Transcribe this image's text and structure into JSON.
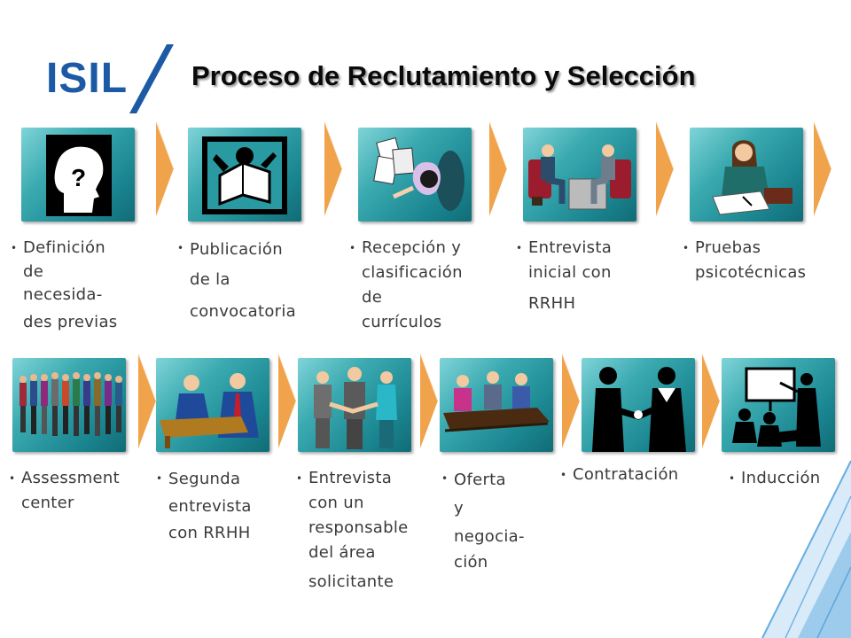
{
  "brand": {
    "logo_text": "ISIL",
    "colors": {
      "logo_blue": "#1d5aa6",
      "slash_blue": "#1d5aa6",
      "tile": "#2a9aa2",
      "arrow": "#f0a34a",
      "deco": "#2f8fd6"
    }
  },
  "title": "Proceso de Reclutamiento y Selección",
  "steps": [
    {
      "icon": "question-head-icon",
      "lines": [
        "Definición",
        "de",
        "necesida-",
        "des previas"
      ]
    },
    {
      "icon": "newspaper-reader-icon",
      "lines": [
        "Publicación",
        "de la",
        "convocatoria"
      ]
    },
    {
      "icon": "resume-sorting-icon",
      "lines": [
        "Recepción y",
        "clasificación",
        "de",
        "currículos"
      ]
    },
    {
      "icon": "interview-icon",
      "lines": [
        "Entrevista",
        "inicial con",
        "RRHH"
      ]
    },
    {
      "icon": "writing-test-icon",
      "lines": [
        "Pruebas",
        "psicotécnicas"
      ]
    },
    {
      "icon": "group-people-icon",
      "lines": [
        "Assessment",
        "center"
      ]
    },
    {
      "icon": "desk-meeting-icon",
      "lines": [
        "Segunda",
        "entrevista",
        "con RRHH"
      ]
    },
    {
      "icon": "handshake-group-icon",
      "lines": [
        "Entrevista",
        "con un",
        "responsable",
        "del área",
        "solicitante"
      ]
    },
    {
      "icon": "negotiation-table-icon",
      "lines": [
        "Oferta",
        "y",
        "negocia-",
        "ción"
      ]
    },
    {
      "icon": "handshake-icon",
      "lines": [
        "Contratación"
      ]
    },
    {
      "icon": "presentation-icon",
      "lines": [
        "Inducción"
      ]
    }
  ]
}
